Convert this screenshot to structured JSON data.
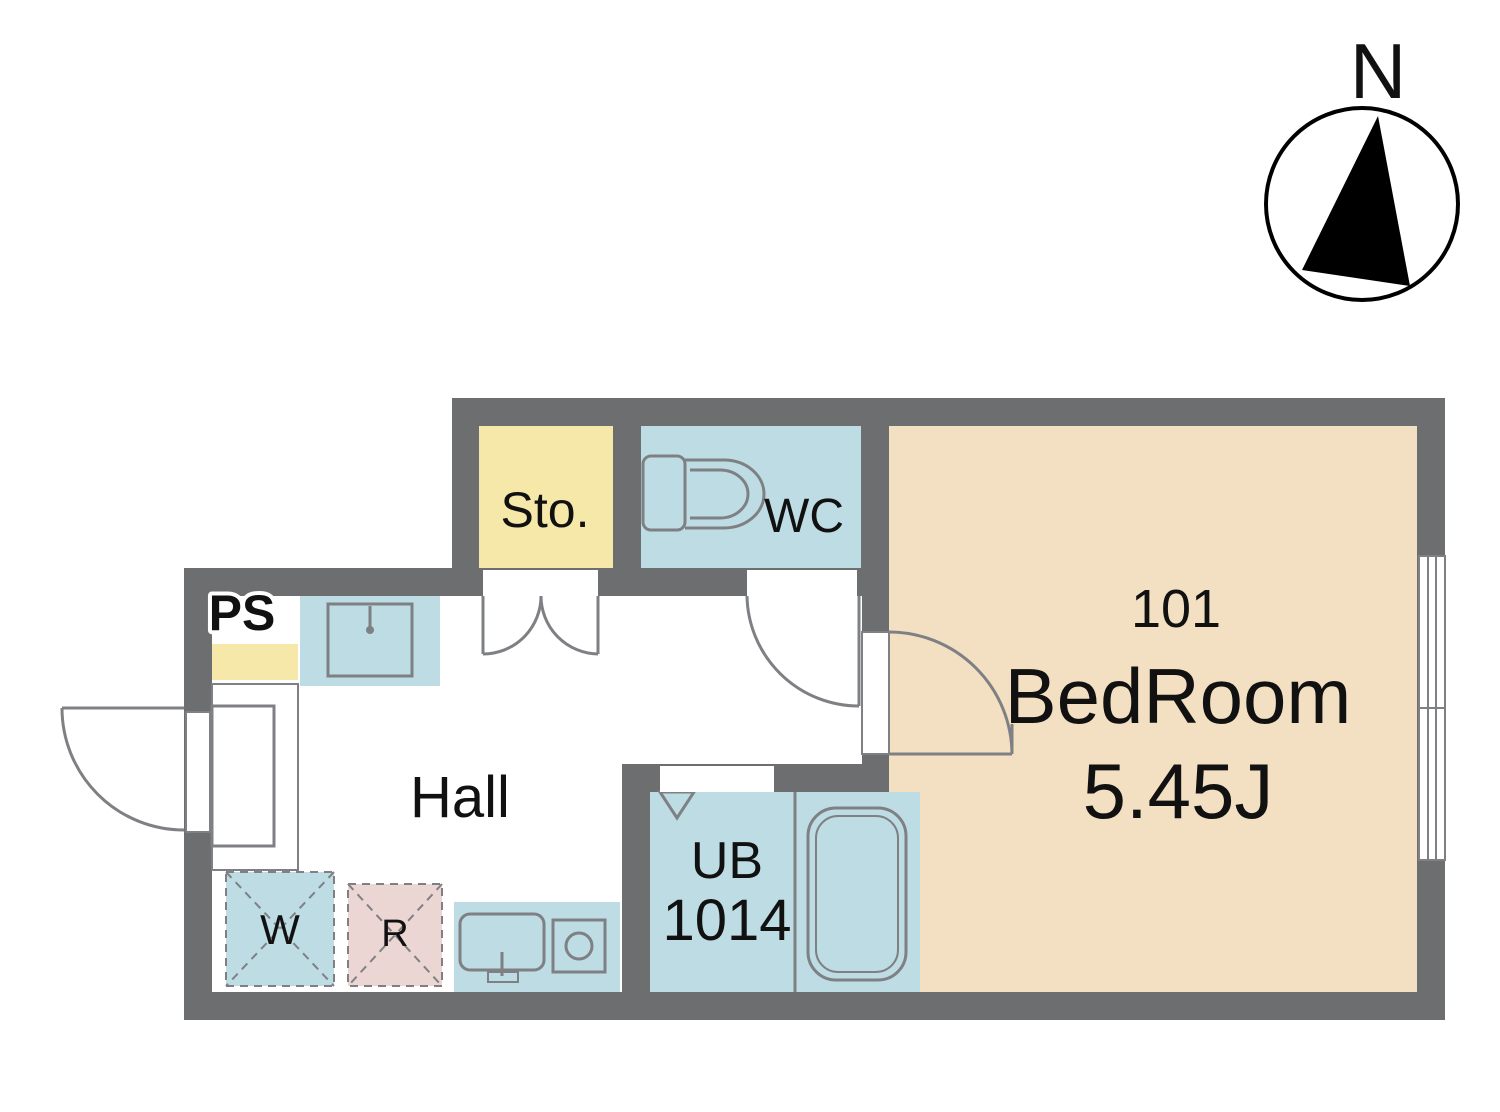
{
  "compass": {
    "letter": "N"
  },
  "rooms": {
    "ps": "PS",
    "storage": "Sto.",
    "wc": "WC",
    "hall": "Hall",
    "bath_name": "UB",
    "bath_size": "1014",
    "washer": "W",
    "fridge": "R",
    "unit_number": "101",
    "bedroom_name": "BedRoom",
    "bedroom_size": "5.45J"
  },
  "colors": {
    "wall": "#6d6e70",
    "bedroom": "#f3dfc1",
    "storage": "#f5e8a9",
    "wet_area": "#bddce3",
    "fridge": "#ecd6d3",
    "line": "#7e8084"
  }
}
